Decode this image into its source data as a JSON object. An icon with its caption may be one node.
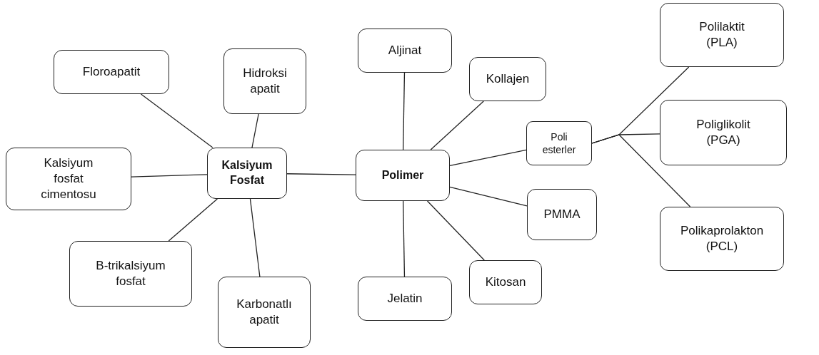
{
  "diagram": {
    "nodes": [
      {
        "text": [
          "Floroapatit"
        ]
      },
      {
        "text": [
          "Hidroksi apatit"
        ]
      },
      {
        "text": [
          "Kalsiyum fosfat cimentosu"
        ]
      },
      {
        "text": [
          "Kalsiyum Fosfat"
        ]
      },
      {
        "text": [
          "B-trikalsiyum fosfat"
        ]
      },
      {
        "text": [
          "Karbonatlı apatit"
        ]
      },
      {
        "text": [
          "Polimer"
        ]
      },
      {
        "text": [
          "Aljinat"
        ]
      },
      {
        "text": [
          "Kollajen"
        ]
      },
      {
        "text": [
          "Poli esterler"
        ]
      },
      {
        "text": [
          "PMMA"
        ]
      },
      {
        "text": [
          "Kitosan"
        ]
      },
      {
        "text": [
          "Jelatin"
        ]
      },
      {
        "text": [
          "Polilaktit (PLA)"
        ]
      },
      {
        "text": [
          "Poliglikolit (PGA)"
        ]
      },
      {
        "text": [
          "Polikaprolakton (PCL)"
        ]
      }
    ],
    "edges": [
      {
        "from": 3,
        "to": 0,
        "arrow": "none"
      },
      {
        "from": 3,
        "to": 1,
        "arrow": "none"
      },
      {
        "from": 3,
        "to": 2,
        "arrow": "none"
      },
      {
        "from": 3,
        "to": 4,
        "arrow": "none"
      },
      {
        "from": 3,
        "to": 5,
        "arrow": "none"
      },
      {
        "from": 3,
        "to": 6,
        "arrow": "none"
      },
      {
        "from": 6,
        "to": 7,
        "arrow": "none"
      },
      {
        "from": 6,
        "to": 8,
        "arrow": "none"
      },
      {
        "from": 6,
        "to": 9,
        "arrow": "none"
      },
      {
        "from": 6,
        "to": 10,
        "arrow": "none"
      },
      {
        "from": 6,
        "to": 11,
        "arrow": "none"
      },
      {
        "from": 6,
        "to": 12,
        "arrow": "none"
      },
      {
        "from": 9,
        "to": 13,
        "arrow": "none"
      },
      {
        "from": 9,
        "to": 14,
        "arrow": "none"
      },
      {
        "from": 9,
        "to": 15,
        "arrow": "none"
      }
    ]
  }
}
